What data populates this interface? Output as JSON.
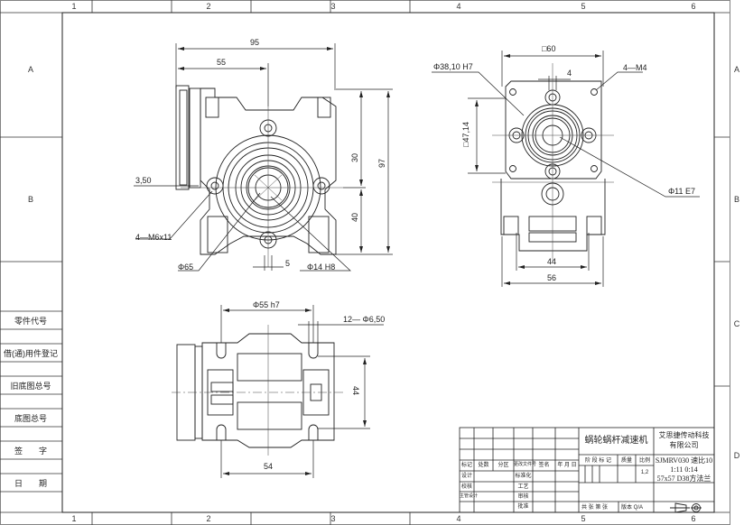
{
  "frame": {
    "top_zones": [
      "1",
      "2",
      "3",
      "4",
      "5",
      "6"
    ],
    "bottom_zones": [
      "1",
      "2",
      "3",
      "4",
      "5",
      "6"
    ],
    "left_zones": [
      "A",
      "B"
    ],
    "right_zones": [
      "A",
      "B",
      "C",
      "D"
    ]
  },
  "side_table": {
    "rows": [
      "零件代号",
      "借(通)用件登记",
      "旧底图总号",
      "底图总号",
      "签　　字",
      "日　　期"
    ]
  },
  "front_view": {
    "dims": {
      "width_95": "95",
      "width_55": "55",
      "height_97": "97",
      "height_30": "30",
      "height_40": "40",
      "offset_3_50": "3,50",
      "holes": "4—M6x11",
      "dia_65": "Φ65",
      "key_5": "5",
      "bore": "Φ14 H8"
    }
  },
  "side_view": {
    "dims": {
      "square_60": "□60",
      "pilot": "Φ38,10 H7",
      "key_4": "4",
      "holes": "4—M4",
      "square_47": "□47,14",
      "shaft": "Φ11 E7",
      "width_44": "44",
      "width_56": "56"
    }
  },
  "top_view": {
    "dims": {
      "flange": "Φ55 h7",
      "holes": "12— Φ6,50",
      "height_44": "44",
      "width_54": "54"
    }
  },
  "title_block": {
    "revision_headers": [
      "标记",
      "处数",
      "分区",
      "更改文件号",
      "签名",
      "年 月 日"
    ],
    "sign_rows": [
      "设计",
      "校核",
      "主管设计",
      ""
    ],
    "sign_rows_right": [
      "标准化",
      "工艺",
      "审核",
      "批准"
    ],
    "product_name": "蜗轮蜗杆减速机",
    "company": "艾思捷传动科技\n有限公司",
    "company_line1": "艾思捷传动科技",
    "company_line2": "有限公司",
    "stage_label": "阶 段 标 记",
    "weight_label": "质量",
    "scale_label": "比例",
    "scale_value": "1,2",
    "model_line1": "SJMRV030  速比10",
    "model_line2": "1:11  0:14",
    "model_line3": "57x57  D38方法兰",
    "sheet_label": "共 张  第 张",
    "version_label": "版本 Q/A",
    "projection_symbol": "first-angle-projection"
  }
}
